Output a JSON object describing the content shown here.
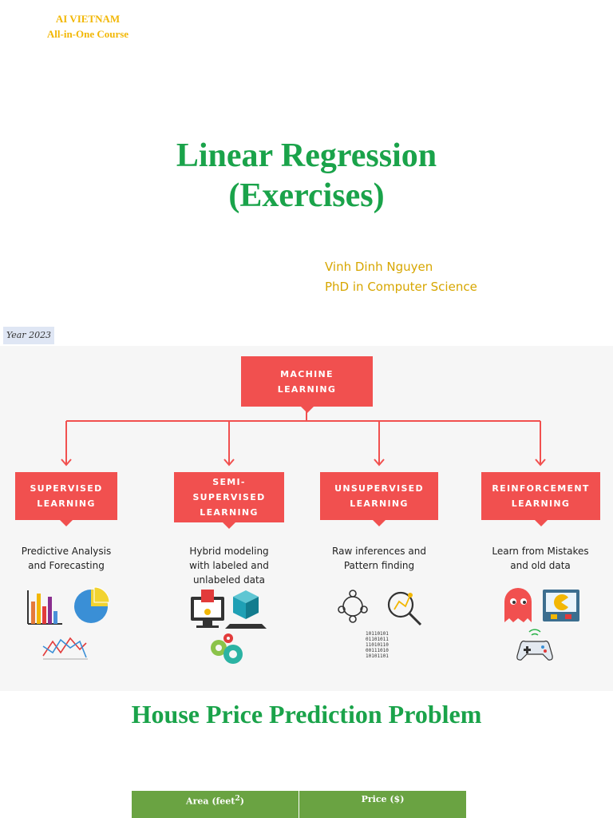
{
  "brand": {
    "line1": "AI VIETNAM",
    "line2": "All-in-One Course"
  },
  "title": {
    "line1": "Linear Regression",
    "line2": "(Exercises)"
  },
  "author": {
    "name": "Vinh Dinh Nguyen",
    "degree": "PhD in Computer Science"
  },
  "year_badge": "Year 2023",
  "diagram": {
    "root": "MACHINE\nLEARNING",
    "branches": [
      {
        "label": "SUPERVISED\nLEARNING",
        "description": "Predictive Analysis\nand Forecasting",
        "icons": [
          "bar-chart-icon",
          "pie-chart-icon",
          "line-chart-icon"
        ]
      },
      {
        "label": "SEMI-\nSUPERVISED\nLEARNING",
        "description": "Hybrid modeling\nwith labeled and\nunlabeled data",
        "icons": [
          "monitor-cube-icon",
          "cube-3d-icon",
          "gears-icon"
        ]
      },
      {
        "label": "UNSUPERVISED\nLEARNING",
        "description": "Raw inferences and\nPattern finding",
        "icons": [
          "people-network-icon",
          "magnifier-icon",
          "binary-data-icon"
        ]
      },
      {
        "label": "REINFORCEMENT\nLEARNING",
        "description": "Learn from Mistakes\nand old data",
        "icons": [
          "ghost-icon",
          "arcade-screen-icon",
          "gamepad-icon"
        ]
      }
    ]
  },
  "section_title": "House Price Prediction Problem",
  "table": {
    "col1_text": "Area (feet",
    "col1_sup": "2",
    "col1_close": ")",
    "col2": "Price ($)"
  },
  "colors": {
    "green": "#1aa34a",
    "gold": "#f2b705",
    "coral": "#f1504f",
    "table_header": "#6aa342"
  }
}
